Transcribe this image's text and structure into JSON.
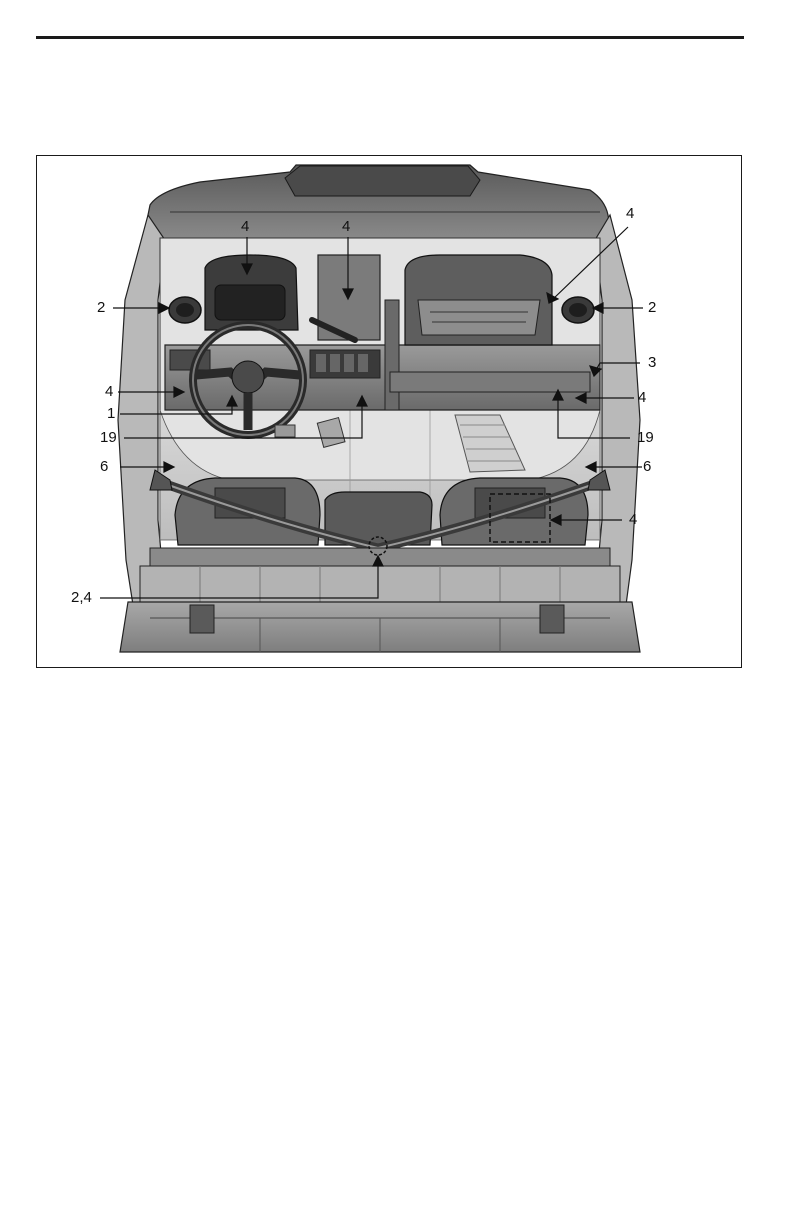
{
  "figure": {
    "callouts": {
      "c4_cluster": "4",
      "c4_center": "4",
      "c4_glovebox": "4",
      "c2_left": "2",
      "c2_right": "2",
      "c3": "3",
      "c4_left_dash": "4",
      "c4_right_floor": "4",
      "c1": "1",
      "c19_left": "19",
      "c19_right": "19",
      "c6_left": "6",
      "c6_right": "6",
      "c4_box": "4",
      "c24": "2,4"
    }
  }
}
